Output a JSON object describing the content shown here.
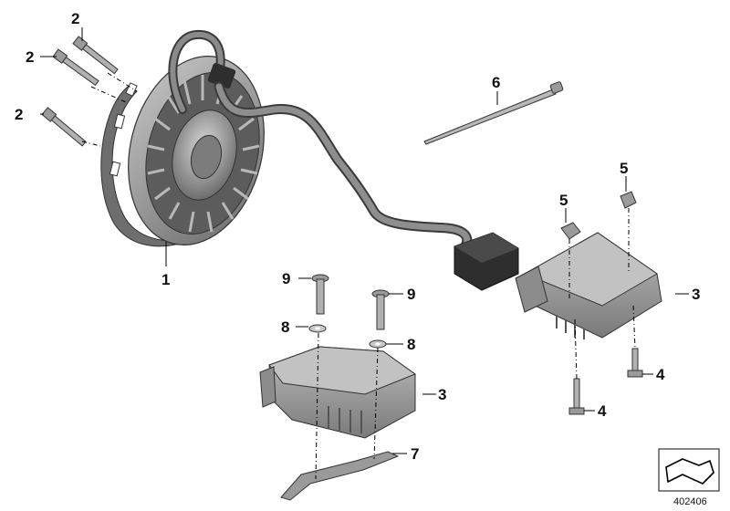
{
  "diagram": {
    "callouts": {
      "c1": "1",
      "c2a": "2",
      "c2b": "2",
      "c2c": "2",
      "c3a": "3",
      "c3b": "3",
      "c4a": "4",
      "c4b": "4",
      "c5a": "5",
      "c5b": "5",
      "c6": "6",
      "c7": "7",
      "c8a": "8",
      "c8b": "8",
      "c9a": "9",
      "c9b": "9"
    },
    "reference_number": "402406",
    "colors": {
      "part_fill": "#9a9a9a",
      "part_dark": "#555555",
      "part_light": "#c4c4c4",
      "connector": "#2e2e2e",
      "line": "#000000"
    }
  }
}
